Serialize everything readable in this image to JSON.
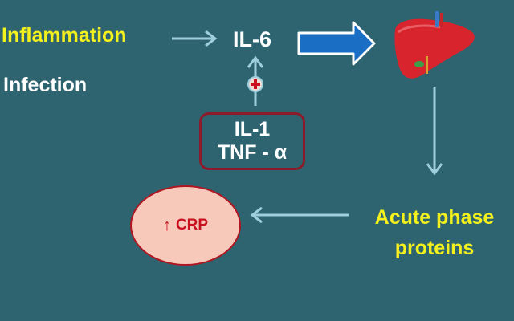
{
  "nodes": {
    "inflammation": "Inflammation",
    "infection": "Infection",
    "il6": "IL-6",
    "il1": "IL-1",
    "tnf": "TNF - α",
    "acute_line1": "Acute phase",
    "acute_line2": "proteins",
    "crp": "CRP",
    "crp_prefix": "↑"
  },
  "icons": {
    "plus": "plus-icon",
    "liver": "liver-icon"
  },
  "colors": {
    "background": "#2e6470",
    "highlight_text": "#f4f01e",
    "arrow_light": "#9fcfdc",
    "big_arrow_fill": "#1a6fc4",
    "box_border": "#8c1c2c",
    "crp_fill": "#f7c9bb",
    "crp_text": "#c8101e",
    "liver": "#d8242c"
  }
}
